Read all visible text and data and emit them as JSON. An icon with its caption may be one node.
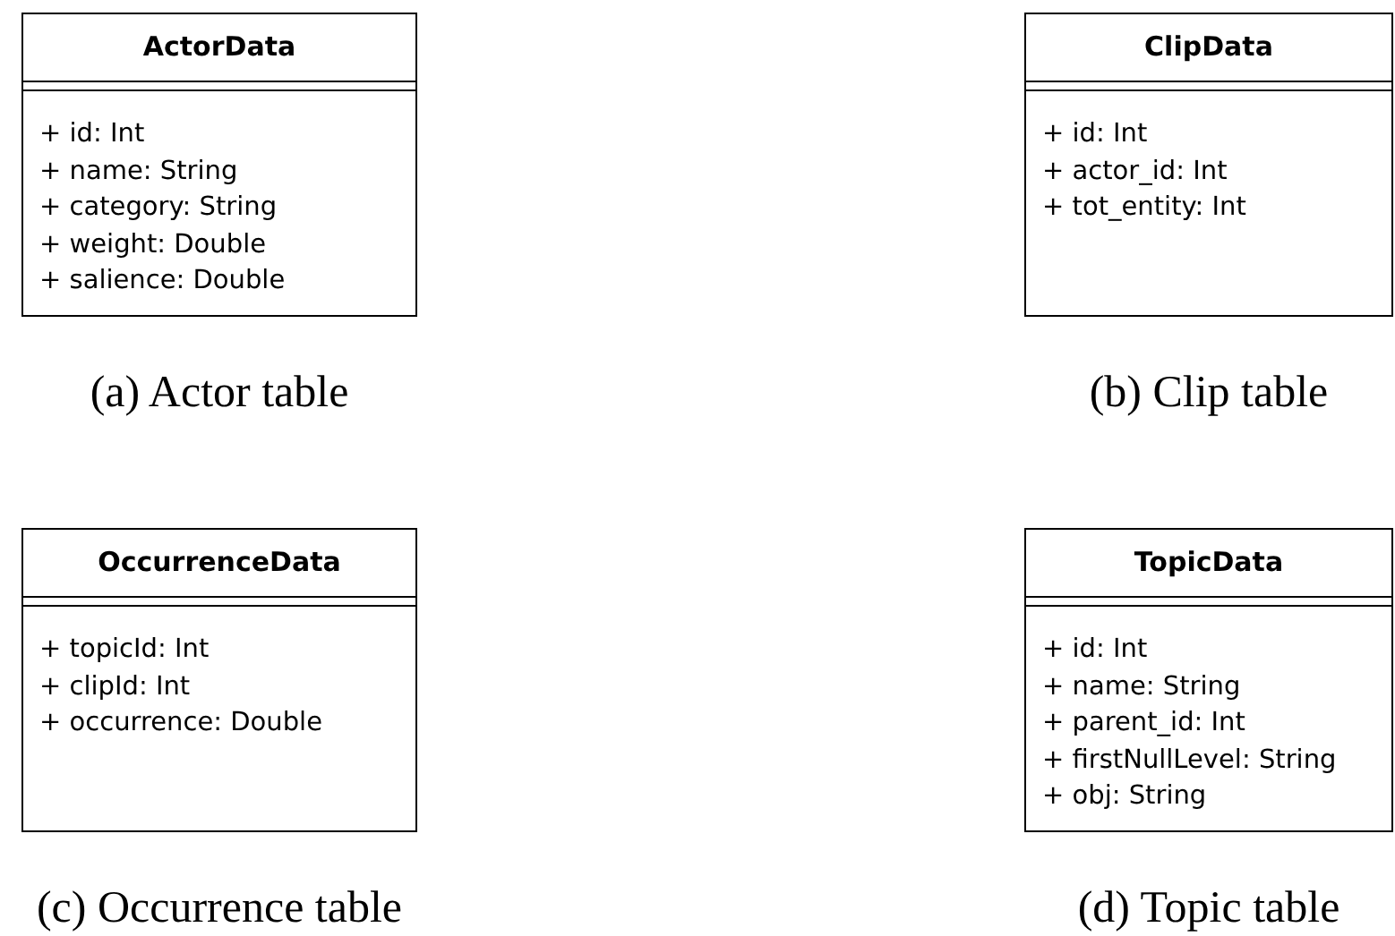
{
  "diagram": {
    "nodes": [
      {
        "text": [
          "ActorData",
          "+ id: Int",
          "+ name: String",
          "+ category: String",
          "+ weight: Double",
          "+ salience: Double"
        ],
        "beside": [
          "(a) Actor table"
        ]
      },
      {
        "text": [
          "ClipData",
          "+ id: Int",
          "+ actor_id: Int",
          "+ tot_entity: Int"
        ],
        "beside": [
          "(b) Clip table"
        ]
      },
      {
        "text": [
          "OccurrenceData",
          "+ topicId: Int",
          "+ clipId: Int",
          "+ occurrence: Double"
        ],
        "beside": [
          "(c) Occurrence table"
        ]
      },
      {
        "text": [
          "TopicData",
          "+ id: Int",
          "+ name: String",
          "+ parent_id: Int",
          "+ firstNullLevel: String",
          "+ obj: String"
        ],
        "beside": [
          "(d) Topic table"
        ]
      }
    ]
  }
}
